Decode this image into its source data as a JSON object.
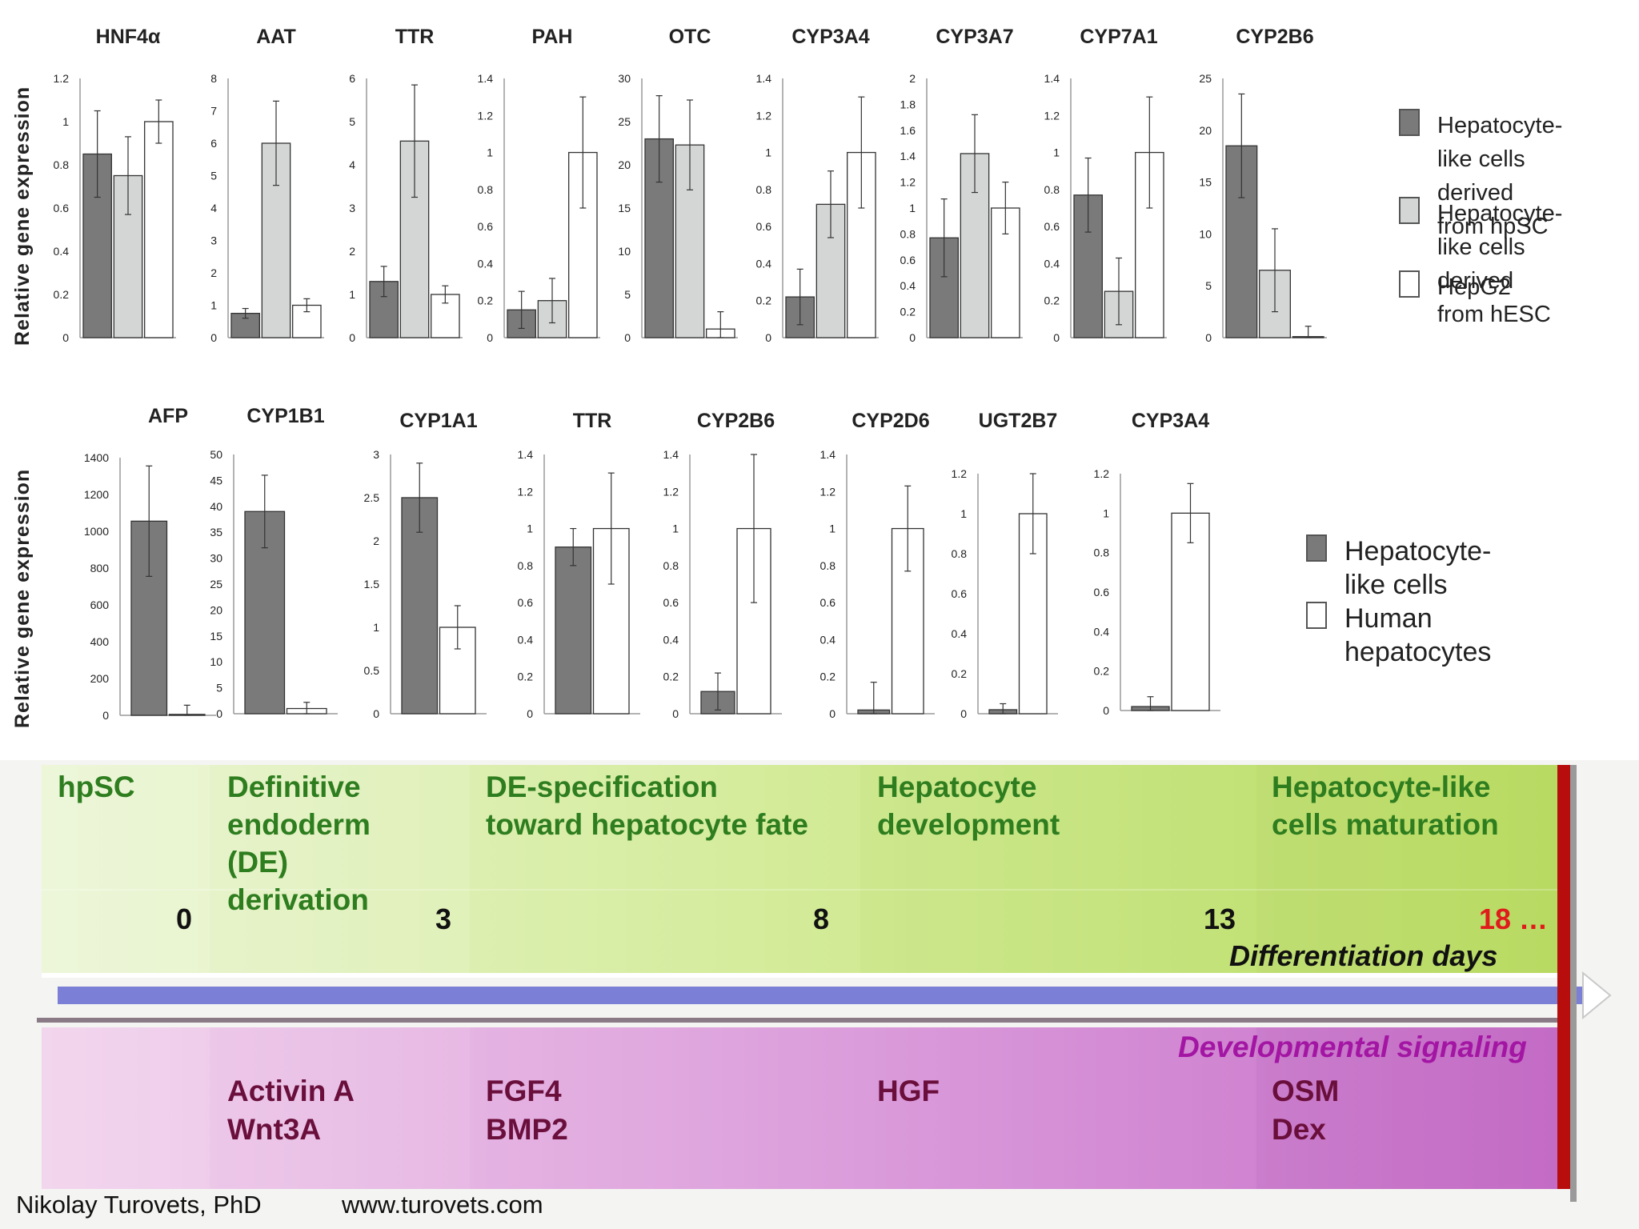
{
  "chart_data": [
    {
      "type": "bar",
      "title": "HNF4α",
      "ylim": [
        0,
        1.2
      ],
      "ticks": [
        "0",
        "0.2",
        "0.4",
        "0.6",
        "0.8",
        "1",
        "1.2"
      ],
      "series": [
        {
          "name": "Hepatocyte-like cells derived from hpSC",
          "values": [
            0.85
          ],
          "err": [
            0.2
          ]
        },
        {
          "name": "Hepatocyte-like cells derived from hESC",
          "values": [
            0.75
          ],
          "err": [
            0.18
          ]
        },
        {
          "name": "HepG2",
          "values": [
            1.0
          ],
          "err": [
            0.1
          ]
        }
      ]
    },
    {
      "type": "bar",
      "title": "AAT",
      "ylim": [
        0,
        8
      ],
      "ticks": [
        "0",
        "1",
        "2",
        "3",
        "4",
        "5",
        "6",
        "7",
        "8"
      ],
      "series": [
        {
          "name": "Hepatocyte-like cells derived from hpSC",
          "values": [
            0.75
          ],
          "err": [
            0.15
          ]
        },
        {
          "name": "Hepatocyte-like cells derived from hESC",
          "values": [
            6.0
          ],
          "err": [
            1.3
          ]
        },
        {
          "name": "HepG2",
          "values": [
            1.0
          ],
          "err": [
            0.2
          ]
        }
      ]
    },
    {
      "type": "bar",
      "title": "TTR",
      "ylim": [
        0,
        6
      ],
      "ticks": [
        "0",
        "1",
        "2",
        "3",
        "4",
        "5",
        "6"
      ],
      "series": [
        {
          "name": "Hepatocyte-like cells derived from hpSC",
          "values": [
            1.3
          ],
          "err": [
            0.35
          ]
        },
        {
          "name": "Hepatocyte-like cells derived from hESC",
          "values": [
            4.55
          ],
          "err": [
            1.3
          ]
        },
        {
          "name": "HepG2",
          "values": [
            1.0
          ],
          "err": [
            0.2
          ]
        }
      ]
    },
    {
      "type": "bar",
      "title": "PAH",
      "ylim": [
        0,
        1.4
      ],
      "ticks": [
        "0",
        "0.2",
        "0.4",
        "0.6",
        "0.8",
        "1",
        "1.2",
        "1.4"
      ],
      "series": [
        {
          "name": "Hepatocyte-like cells derived from hpSC",
          "values": [
            0.15
          ],
          "err": [
            0.1
          ]
        },
        {
          "name": "Hepatocyte-like cells derived from hESC",
          "values": [
            0.2
          ],
          "err": [
            0.12
          ]
        },
        {
          "name": "HepG2",
          "values": [
            1.0
          ],
          "err": [
            0.3
          ]
        }
      ]
    },
    {
      "type": "bar",
      "title": "OTC",
      "ylim": [
        0,
        30
      ],
      "ticks": [
        "0",
        "5",
        "10",
        "15",
        "20",
        "25",
        "30"
      ],
      "series": [
        {
          "name": "Hepatocyte-like cells derived from hpSC",
          "values": [
            23
          ],
          "err": [
            5
          ]
        },
        {
          "name": "Hepatocyte-like cells derived from hESC",
          "values": [
            22.3
          ],
          "err": [
            5.2
          ]
        },
        {
          "name": "HepG2",
          "values": [
            1.0
          ],
          "err": [
            2.0
          ]
        }
      ]
    },
    {
      "type": "bar",
      "title": "CYP3A4",
      "ylim": [
        0,
        1.4
      ],
      "ticks": [
        "0",
        "0.2",
        "0.4",
        "0.6",
        "0.8",
        "1",
        "1.2",
        "1.4"
      ],
      "series": [
        {
          "name": "Hepatocyte-like cells derived from hpSC",
          "values": [
            0.22
          ],
          "err": [
            0.15
          ]
        },
        {
          "name": "Hepatocyte-like cells derived from hESC",
          "values": [
            0.72
          ],
          "err": [
            0.18
          ]
        },
        {
          "name": "HepG2",
          "values": [
            1.0
          ],
          "err": [
            0.3
          ]
        }
      ]
    },
    {
      "type": "bar",
      "title": "CYP3A7",
      "ylim": [
        0,
        2
      ],
      "ticks": [
        "0",
        "0.2",
        "0.4",
        "0.6",
        "0.8",
        "1",
        "1.2",
        "1.4",
        "1.6",
        "1.8",
        "2"
      ],
      "series": [
        {
          "name": "Hepatocyte-like cells derived from hpSC",
          "values": [
            0.77
          ],
          "err": [
            0.3
          ]
        },
        {
          "name": "Hepatocyte-like cells derived from hESC",
          "values": [
            1.42
          ],
          "err": [
            0.3
          ]
        },
        {
          "name": "HepG2",
          "values": [
            1.0
          ],
          "err": [
            0.2
          ]
        }
      ]
    },
    {
      "type": "bar",
      "title": "CYP7A1",
      "ylim": [
        0,
        1.4
      ],
      "ticks": [
        "0",
        "0.2",
        "0.4",
        "0.6",
        "0.8",
        "1",
        "1.2",
        "1.4"
      ],
      "series": [
        {
          "name": "Hepatocyte-like cells derived from hpSC",
          "values": [
            0.77
          ],
          "err": [
            0.2
          ]
        },
        {
          "name": "Hepatocyte-like cells derived from hESC",
          "values": [
            0.25
          ],
          "err": [
            0.18
          ]
        },
        {
          "name": "HepG2",
          "values": [
            1.0
          ],
          "err": [
            0.3
          ]
        }
      ]
    },
    {
      "type": "bar",
      "title": "CYP2B6",
      "ylim": [
        0,
        25
      ],
      "ticks": [
        "0",
        "5",
        "10",
        "15",
        "20",
        "25"
      ],
      "series": [
        {
          "name": "Hepatocyte-like cells derived from hpSC",
          "values": [
            18.5
          ],
          "err": [
            5
          ]
        },
        {
          "name": "Hepatocyte-like cells derived from hESC",
          "values": [
            6.5
          ],
          "err": [
            4
          ]
        },
        {
          "name": "HepG2",
          "values": [
            0.1
          ],
          "err": [
            1
          ]
        }
      ]
    },
    {
      "type": "bar",
      "title": "AFP",
      "ylim": [
        0,
        1400
      ],
      "ticks": [
        "0",
        "200",
        "400",
        "600",
        "800",
        "1000",
        "1200",
        "1400"
      ],
      "series": [
        {
          "name": "Hepatocyte-like cells",
          "values": [
            1055
          ],
          "err": [
            300
          ]
        },
        {
          "name": "Human hepatocytes",
          "values": [
            5
          ],
          "err": [
            50
          ]
        }
      ]
    },
    {
      "type": "bar",
      "title": "CYP1B1",
      "ylim": [
        0,
        50
      ],
      "ticks": [
        "0",
        "5",
        "10",
        "15",
        "20",
        "25",
        "30",
        "35",
        "40",
        "45",
        "50"
      ],
      "series": [
        {
          "name": "Hepatocyte-like cells",
          "values": [
            39
          ],
          "err": [
            7
          ]
        },
        {
          "name": "Human hepatocytes",
          "values": [
            1.0
          ],
          "err": [
            1.2
          ]
        }
      ]
    },
    {
      "type": "bar",
      "title": "CYP1A1",
      "ylim": [
        0,
        3
      ],
      "ticks": [
        "0",
        "0.5",
        "1",
        "1.5",
        "2",
        "2.5",
        "3"
      ],
      "series": [
        {
          "name": "Hepatocyte-like cells",
          "values": [
            2.5
          ],
          "err": [
            0.4
          ]
        },
        {
          "name": "Human hepatocytes",
          "values": [
            1.0
          ],
          "err": [
            0.25
          ]
        }
      ]
    },
    {
      "type": "bar",
      "title": "TTR",
      "ylim": [
        0,
        1.4
      ],
      "ticks": [
        "0",
        "0.2",
        "0.4",
        "0.6",
        "0.8",
        "1",
        "1.2",
        "1.4"
      ],
      "series": [
        {
          "name": "Hepatocyte-like cells",
          "values": [
            0.9
          ],
          "err": [
            0.1
          ]
        },
        {
          "name": "Human hepatocytes",
          "values": [
            1.0
          ],
          "err": [
            0.3
          ]
        }
      ]
    },
    {
      "type": "bar",
      "title": "CYP2B6",
      "ylim": [
        0,
        1.4
      ],
      "ticks": [
        "0",
        "0.2",
        "0.4",
        "0.6",
        "0.8",
        "1",
        "1.2",
        "1.4"
      ],
      "series": [
        {
          "name": "Hepatocyte-like cells",
          "values": [
            0.12
          ],
          "err": [
            0.1
          ]
        },
        {
          "name": "Human hepatocytes",
          "values": [
            1.0
          ],
          "err": [
            0.4
          ]
        }
      ]
    },
    {
      "type": "bar",
      "title": "CYP2D6",
      "ylim": [
        0,
        1.4
      ],
      "ticks": [
        "0",
        "0.2",
        "0.4",
        "0.6",
        "0.8",
        "1",
        "1.2",
        "1.4"
      ],
      "series": [
        {
          "name": "Hepatocyte-like cells",
          "values": [
            0.02
          ],
          "err": [
            0.15
          ]
        },
        {
          "name": "Human hepatocytes",
          "values": [
            1.0
          ],
          "err": [
            0.23
          ]
        }
      ]
    },
    {
      "type": "bar",
      "title": "UGT2B7",
      "ylim": [
        0,
        1.2
      ],
      "ticks": [
        "0",
        "0.2",
        "0.4",
        "0.6",
        "0.8",
        "1",
        "1.2"
      ],
      "series": [
        {
          "name": "Hepatocyte-like cells",
          "values": [
            0.02
          ],
          "err": [
            0.03
          ]
        },
        {
          "name": "Human hepatocytes",
          "values": [
            1.0
          ],
          "err": [
            0.2
          ]
        }
      ]
    },
    {
      "type": "bar",
      "title": "CYP3A4",
      "ylim": [
        0,
        1.2
      ],
      "ticks": [
        "0",
        "0.2",
        "0.4",
        "0.6",
        "0.8",
        "1",
        "1.2"
      ],
      "series": [
        {
          "name": "Hepatocyte-like cells",
          "values": [
            0.02
          ],
          "err": [
            0.05
          ]
        },
        {
          "name": "Human hepatocytes",
          "values": [
            1.0
          ],
          "err": [
            0.15
          ]
        }
      ]
    }
  ],
  "y_axis_label": "Relative  gene expression",
  "legend_top": [
    {
      "label": "Hepatocyte-like cells\nderived from hpSC",
      "color": "#7a7a7a"
    },
    {
      "label": "Hepatocyte-like cells\nderived from hESC",
      "color": "#d4d6d6"
    },
    {
      "label": "HepG2",
      "color": "#ffffff"
    }
  ],
  "legend_bottom": [
    {
      "label": "Hepatocyte-like cells",
      "color": "#7a7a7a"
    },
    {
      "label": "Human hepatocytes",
      "color": "#ffffff"
    }
  ],
  "timeline": {
    "phases": [
      {
        "label": "hpSC"
      },
      {
        "label": "Definitive\nendoderm\n(DE)\nderivation"
      },
      {
        "label": "DE-specification\ntoward hepatocyte fate"
      },
      {
        "label": "Hepatocyte\ndevelopment"
      },
      {
        "label": "Hepatocyte-like\ncells maturation"
      }
    ],
    "days": [
      "0",
      "3",
      "8",
      "13",
      "18 …"
    ],
    "days_caption": "Differentiation days",
    "signaling_caption": "Developmental signaling",
    "factors": [
      "Activin A\nWnt3A",
      "FGF4\nBMP2",
      "HGF",
      "OSM\nDex"
    ],
    "colors": {
      "phase_text": "#2e7d1f",
      "last_day": "#e01b1b",
      "signaling": "#a316a3",
      "factor_text": "#6a0f3c",
      "arrow": "#7b7fd6",
      "end_bar": "#b80d0d"
    }
  },
  "footer": {
    "author": "Nikolay Turovets, PhD",
    "website": "www.turovets.com"
  }
}
